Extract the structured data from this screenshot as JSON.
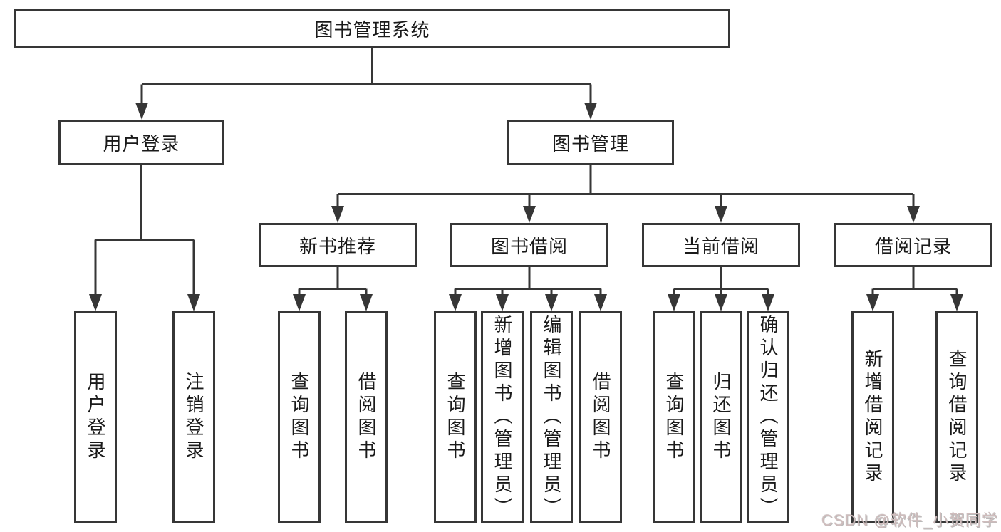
{
  "diagram": {
    "root": {
      "label": "图书管理系统"
    },
    "user_login": {
      "label": "用户登录",
      "children": [
        {
          "label": "用户登录"
        },
        {
          "label": "注销登录"
        }
      ]
    },
    "book_management": {
      "label": "图书管理",
      "sections": [
        {
          "label": "新书推荐",
          "children": [
            {
              "label": "查询图书"
            },
            {
              "label": "借阅图书"
            }
          ]
        },
        {
          "label": "图书借阅",
          "children": [
            {
              "label": "查询图书"
            },
            {
              "label": "新增图书（管理员）"
            },
            {
              "label": "编辑图书（管理员）"
            },
            {
              "label": "借阅图书"
            }
          ]
        },
        {
          "label": "当前借阅",
          "children": [
            {
              "label": "查询图书"
            },
            {
              "label": "归还图书"
            },
            {
              "label": "确认归还（管理员）"
            }
          ]
        },
        {
          "label": "借阅记录",
          "children": [
            {
              "label": "新增借阅记录"
            },
            {
              "label": "查询借阅记录"
            }
          ]
        }
      ]
    }
  },
  "watermark": {
    "text": "CSDN @软件_小贺同学",
    "color": "#cfbcbc"
  },
  "colors": {
    "line": "#363636",
    "text": "#1a1a1a",
    "background": "#ffffff"
  }
}
